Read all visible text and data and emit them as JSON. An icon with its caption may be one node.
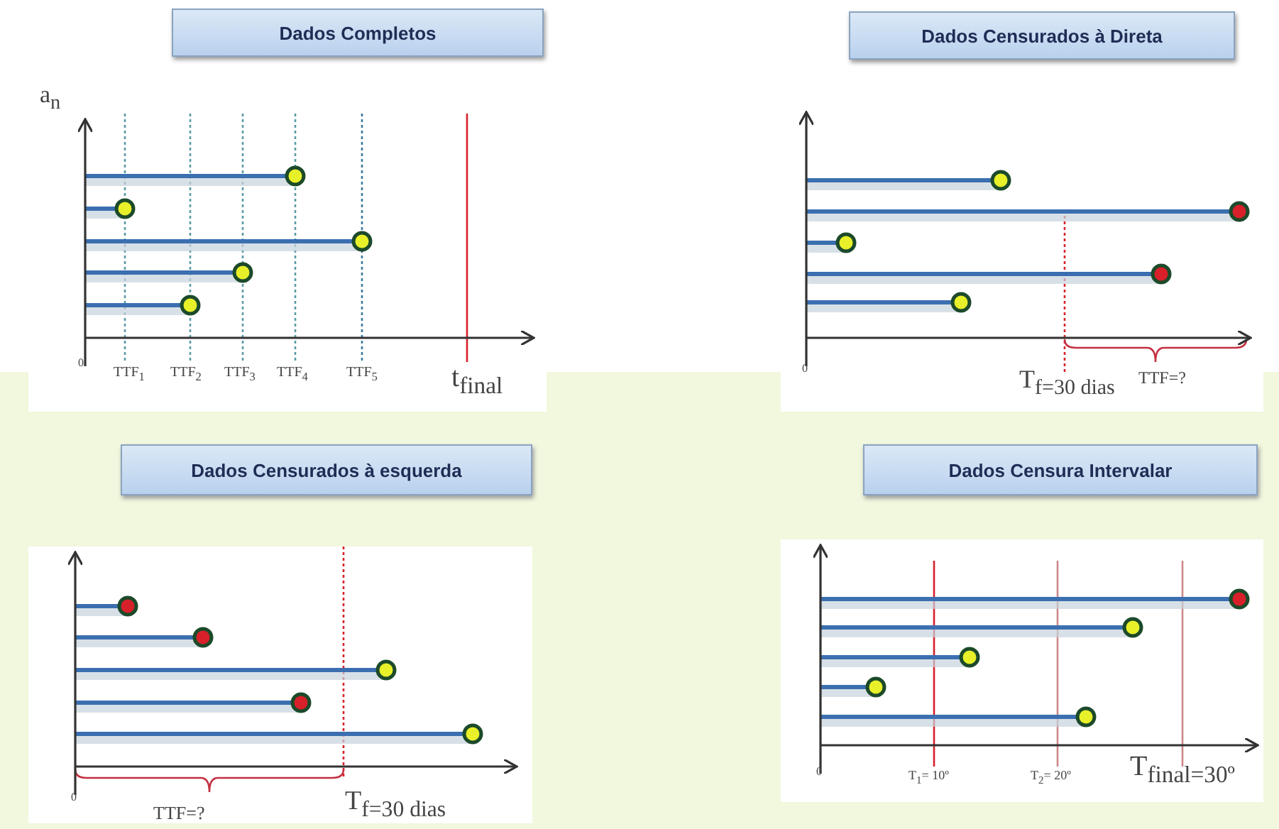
{
  "diagram": {
    "nodes": [
      {
        "text": [
          "Dados Completos"
        ]
      },
      {
        "text": [
          "Dados Censurados à Direta"
        ]
      },
      {
        "text": [
          "Dados Censurados à esquerda"
        ]
      },
      {
        "text": [
          "Dados Censura Intervalar"
        ]
      }
    ],
    "labels": [
      "a$_{n}$",
      "0",
      "TTF$_{1}$",
      "TTF$_{2}$",
      "TTF$_{3}$",
      "TTF$_{4}$",
      "TTF$_{5}$",
      "t$_{final}$",
      "0",
      "T$_{f=30 dias}$",
      "TTF=?",
      "0",
      "TTF=?",
      "T$_{f=30 dias}$",
      "0",
      "T$_{1}$= 10º",
      "T$_{2}$= 20º",
      "T$_{final=30º}$"
    ]
  }
}
